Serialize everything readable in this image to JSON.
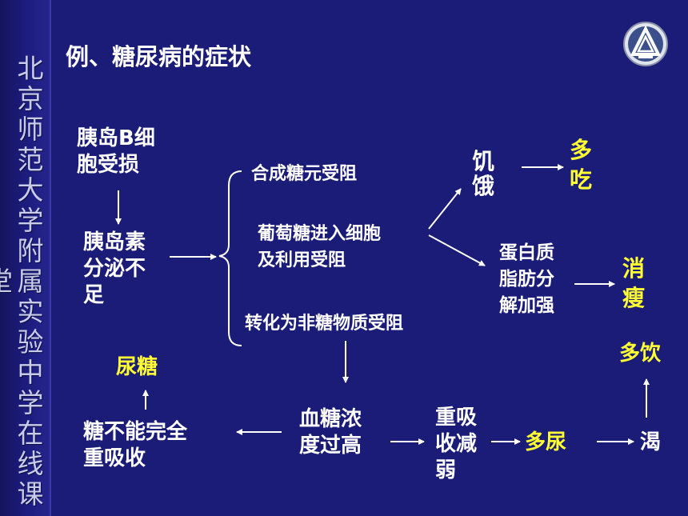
{
  "sidebar": {
    "text": "北京师范大学附属实验中学在线课堂"
  },
  "title": "例、糖尿病的症状",
  "nodes": {
    "islet_b_damage": [
      "胰岛B细",
      "胞受损"
    ],
    "insulin_deficit": [
      "胰岛素",
      "分泌不",
      "足"
    ],
    "glycogen_blocked": "合成糖元受阻",
    "glucose_entry_blocked": [
      "葡萄糖进入细胞",
      "及利用受阻"
    ],
    "conversion_blocked": "转化为非糖物质受阻",
    "hunger": [
      "饥",
      "饿"
    ],
    "eat_more": [
      "多",
      "吃"
    ],
    "protein_fat_breakdown": [
      "蛋白质",
      "脂肪分",
      "解加强"
    ],
    "weight_loss": [
      "消",
      "瘦"
    ],
    "blood_sugar_high": [
      "血糖浓",
      "度过高"
    ],
    "reabsorption_weak": [
      "重吸",
      "收减",
      "弱"
    ],
    "polyuria": "多尿",
    "thirst": "渴",
    "drink_more": "多饮",
    "incomplete_reabsorption": [
      "糖不能完全",
      "重吸收"
    ],
    "glycosuria": "尿糖"
  },
  "colors": {
    "background": "#1b1b78",
    "text": "#ffffff",
    "highlight": "#ffff33"
  }
}
